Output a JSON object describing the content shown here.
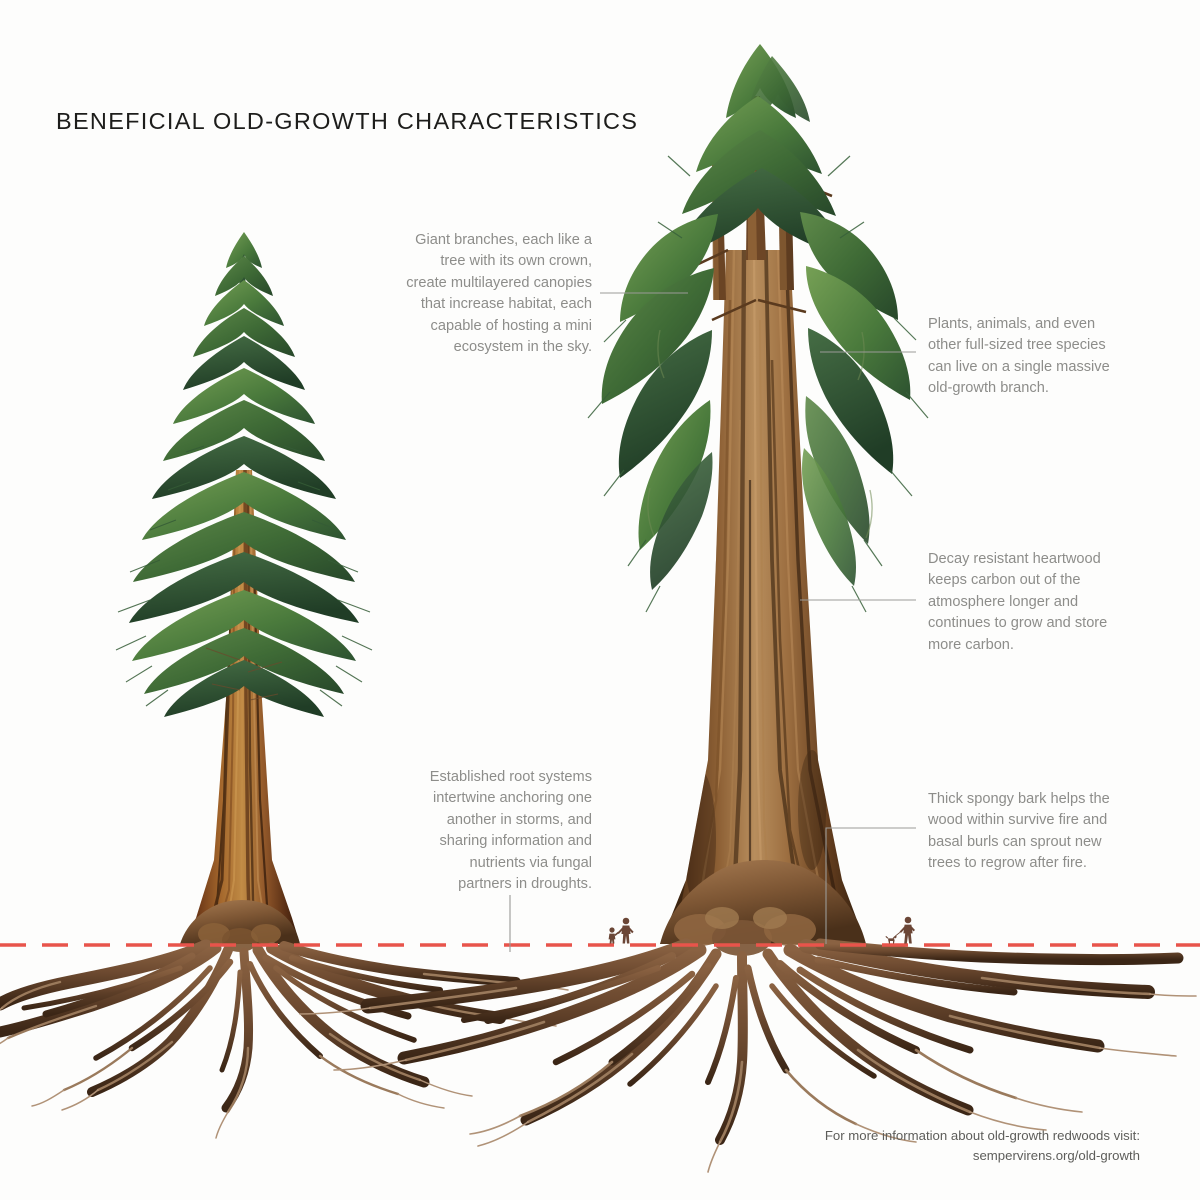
{
  "meta": {
    "title": "BENEFICIAL OLD-GROWTH CHARACTERISTICS",
    "background_color": "#fdfdfc",
    "title_color": "#1d1d1b",
    "annotation_color": "#8d8d8a",
    "footer_color": "#5d5d5a",
    "ground_line_color": "#e8544b",
    "leader_line_color": "#9a9a97"
  },
  "annotations": [
    {
      "id": "giant-branches",
      "text": "Giant branches, each like a\ntree with its own crown,\ncreate multilayered canopies\nthat increase habitat, each\ncapable of hosting a mini\necosystem in the sky.",
      "align": "right"
    },
    {
      "id": "branch-habitat",
      "text": "Plants, animals, and even\nother full-sized tree species\ncan live on a single massive\nold-growth branch.",
      "align": "left"
    },
    {
      "id": "heartwood-carbon",
      "text": "Decay resistant heartwood\nkeeps carbon out of the\natmosphere longer and\ncontinues to grow and store\nmore carbon.",
      "align": "left"
    },
    {
      "id": "root-systems",
      "text": "Established root systems\nintertwine anchoring one\nanother in storms, and\nsharing information and\nnutrients via fungal\npartners in droughts.",
      "align": "right"
    },
    {
      "id": "spongy-bark",
      "text": "Thick spongy bark helps the\nwood within survive fire and\nbasal burls can sprout new\ntrees to regrow after fire.",
      "align": "left"
    }
  ],
  "footer": {
    "text": "For more information about old-growth redwoods visit:\nsempervirens.org/old-growth"
  },
  "illustration": {
    "young_tree_label": "young second-growth redwood",
    "old_tree_label": "old-growth redwood",
    "scale_figures": [
      {
        "id": "adult-and-child",
        "label": "adult and child scale figures"
      },
      {
        "id": "person-with-dog",
        "label": "person walking a dog scale figure"
      }
    ],
    "ground_line_label": "ground level datum line"
  }
}
